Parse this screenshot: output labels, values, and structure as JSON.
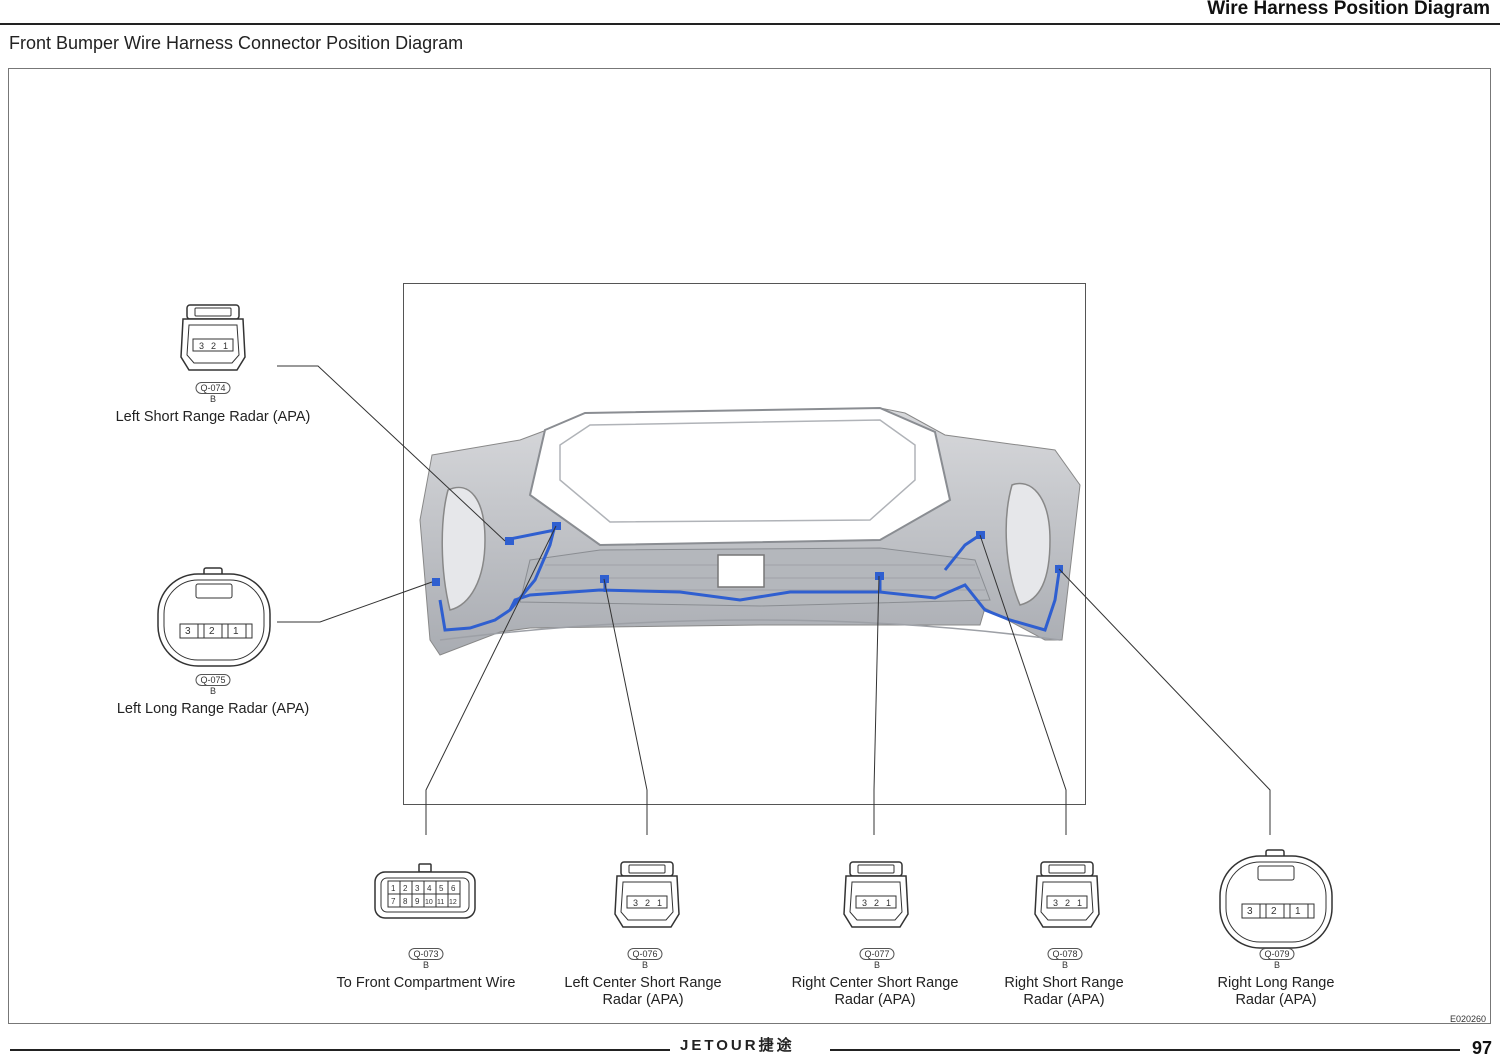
{
  "header": {
    "title": "Wire Harness Position Diagram"
  },
  "subtitle": "Front Bumper Wire Harness Connector Position Diagram",
  "connectors": [
    {
      "code": "Q-074",
      "side": "B",
      "label": "Left Short Range Radar (APA)",
      "pins": [
        "3",
        "2",
        "1"
      ]
    },
    {
      "code": "Q-075",
      "side": "B",
      "label": "Left Long Range Radar (APA)",
      "pins": [
        "3",
        "2",
        "1"
      ]
    },
    {
      "code": "Q-073",
      "side": "B",
      "label": "To Front Compartment Wire",
      "pins_row1": [
        "1",
        "2",
        "3",
        "4",
        "5",
        "6"
      ],
      "pins_row2": [
        "7",
        "8",
        "9",
        "10",
        "11",
        "12"
      ]
    },
    {
      "code": "Q-076",
      "side": "B",
      "label_line1": "Left Center Short Range",
      "label_line2": "Radar (APA)",
      "pins": [
        "3",
        "2",
        "1"
      ]
    },
    {
      "code": "Q-077",
      "side": "B",
      "label_line1": "Right Center Short Range",
      "label_line2": "Radar (APA)",
      "pins": [
        "3",
        "2",
        "1"
      ]
    },
    {
      "code": "Q-078",
      "side": "B",
      "label_line1": "Right Short Range",
      "label_line2": "Radar (APA)",
      "pins": [
        "3",
        "2",
        "1"
      ]
    },
    {
      "code": "Q-079",
      "side": "B",
      "label_line1": "Right Long Range",
      "label_line2": "Radar (APA)",
      "pins": [
        "3",
        "2",
        "1"
      ]
    }
  ],
  "figure_id": "E020260",
  "footer": {
    "brand": "JETOUR捷途",
    "page": "97"
  },
  "colors": {
    "harness": "#2f5fd0",
    "bumper": "#c9cbcf",
    "line": "#333333"
  }
}
